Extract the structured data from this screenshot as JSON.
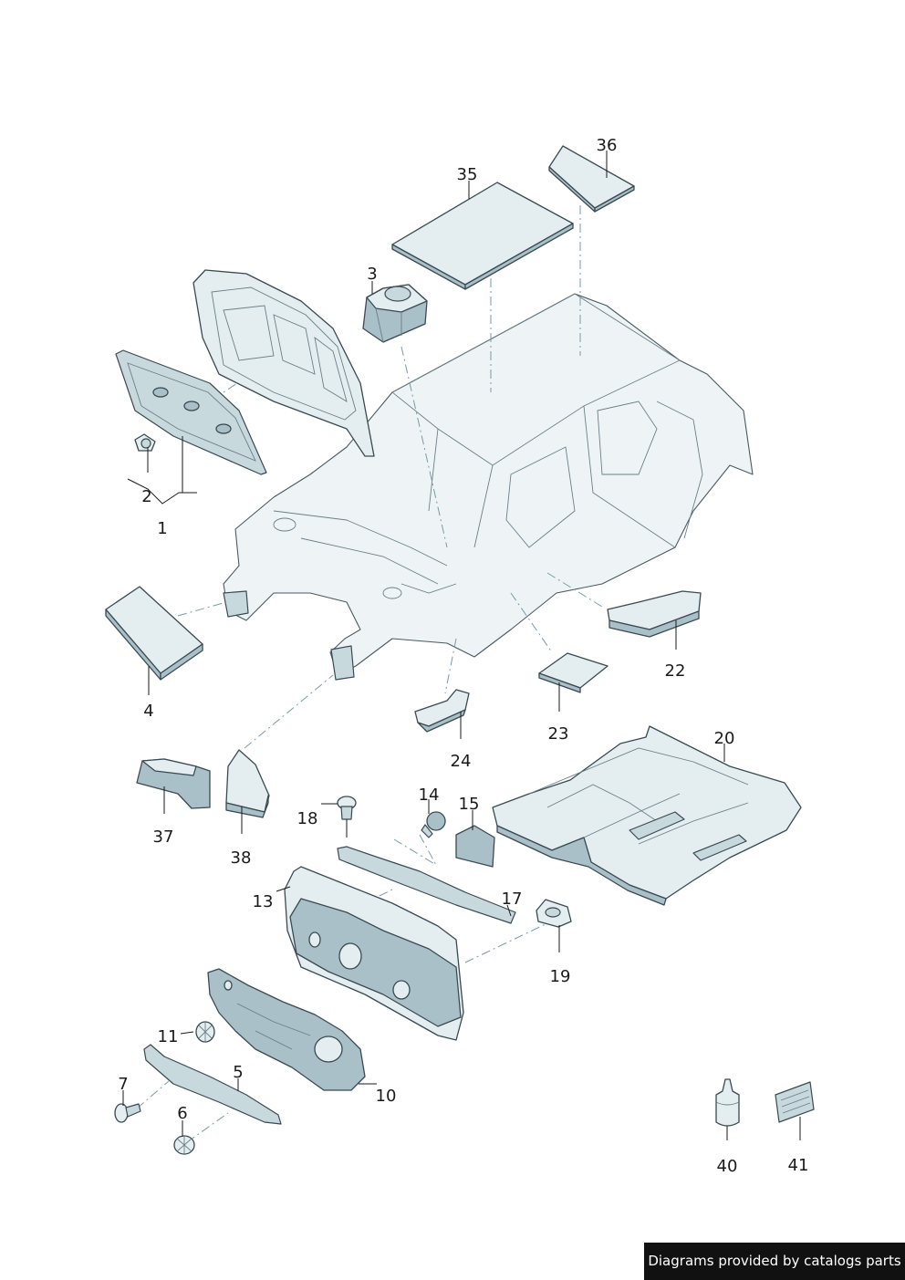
{
  "diagram": {
    "callouts": {
      "c1": "1",
      "c2": "2",
      "c3": "3",
      "c4": "4",
      "c5": "5",
      "c6": "6",
      "c7": "7",
      "c10": "10",
      "c11": "11",
      "c13": "13",
      "c14": "14",
      "c15": "15",
      "c17": "17",
      "c18": "18",
      "c19": "19",
      "c20": "20",
      "c22": "22",
      "c23": "23",
      "c24": "24",
      "c35": "35",
      "c36": "36",
      "c37": "37",
      "c38": "38",
      "c40": "40",
      "c41": "41"
    }
  },
  "footer": {
    "text": "Diagrams provided by catalogs parts"
  }
}
